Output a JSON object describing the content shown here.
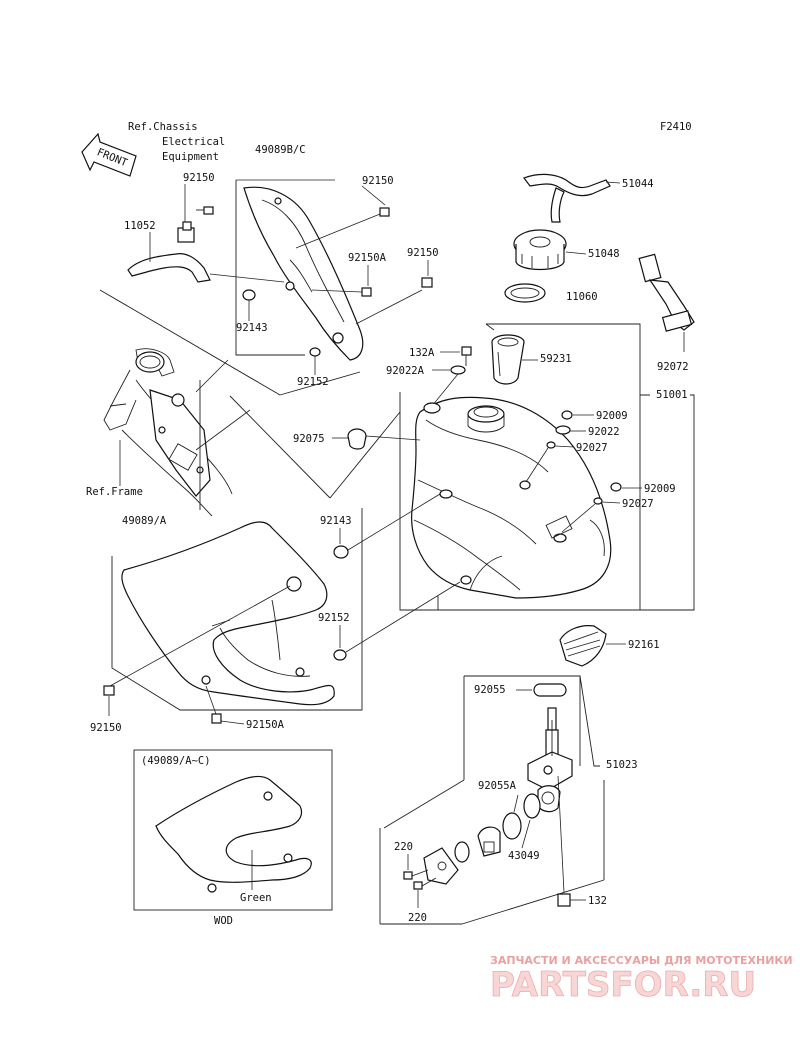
{
  "diagram": {
    "code": "F2410",
    "front_label": "FRONT",
    "refs": {
      "chassis_electrical": [
        "Ref.Chassis",
        "Electrical",
        "Equipment"
      ],
      "frame": "Ref.Frame",
      "note_49089bc": "49089B/C",
      "note_49089a": "49089/A",
      "inset_title": "(49089/A~C)",
      "inset_color": "Green",
      "inset_caption": "WOD"
    },
    "parts": {
      "p51044": "51044",
      "p51048": "51048",
      "p11060": "11060",
      "p92072": "92072",
      "p59231": "59231",
      "p51001": "51001",
      "p132a": "132A",
      "p92022a": "92022A",
      "p92009_a": "92009",
      "p92022": "92022",
      "p92027_a": "92027",
      "p92009_b": "92009",
      "p92027_b": "92027",
      "p92075": "92075",
      "p11052": "11052",
      "p92150_a": "92150",
      "p92150_b": "92150",
      "p92150_c": "92150",
      "p92150a_a": "92150A",
      "p92143_a": "92143",
      "p92152_a": "92152",
      "p92143_b": "92143",
      "p92152_b": "92152",
      "p92150_d": "92150",
      "p92150a_b": "92150A",
      "p92161": "92161",
      "p92055": "92055",
      "p51023": "51023",
      "p92055a": "92055A",
      "p43049": "43049",
      "p220_a": "220",
      "p220_b": "220",
      "p132": "132"
    }
  },
  "watermark": {
    "top": "ЗАПЧАСТИ И АКСЕССУАРЫ ДЛЯ МОТОТЕХНИКИ",
    "brand": "PARTSFOR.RU"
  }
}
